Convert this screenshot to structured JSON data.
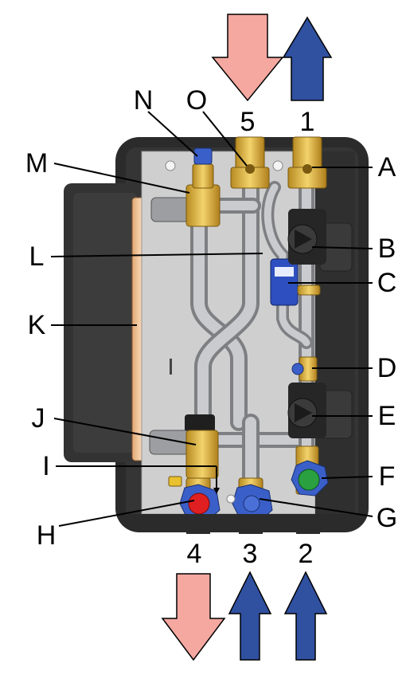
{
  "port_numbers": {
    "p5": "5",
    "p1": "1",
    "p4": "4",
    "p3": "3",
    "p2": "2"
  },
  "callouts": {
    "A": "A",
    "B": "B",
    "C": "C",
    "D": "D",
    "E": "E",
    "F": "F",
    "G": "G",
    "H": "H",
    "I": "I",
    "J": "J",
    "K": "K",
    "L": "L",
    "M": "M",
    "N": "N",
    "O": "O"
  },
  "colors": {
    "flow_arrow_out": "#f4a8a0",
    "flow_arrow_in": "#3050a0",
    "housing": "#2b2b2b",
    "backplate": "#cfcfcf",
    "pipe": "#a9abae",
    "brass": "#e0b84a",
    "valve_blue": "#3a5fc8",
    "valve_red": "#e02020",
    "valve_green": "#2aa040",
    "insulation": "#f2c79a",
    "sensor_blue": "#2d4fc0"
  },
  "flow_arrows": [
    {
      "port": "5",
      "direction": "down",
      "kind": "out"
    },
    {
      "port": "1",
      "direction": "up",
      "kind": "in"
    },
    {
      "port": "4",
      "direction": "down",
      "kind": "out"
    },
    {
      "port": "3",
      "direction": "up",
      "kind": "in"
    },
    {
      "port": "2",
      "direction": "up",
      "kind": "in"
    }
  ]
}
